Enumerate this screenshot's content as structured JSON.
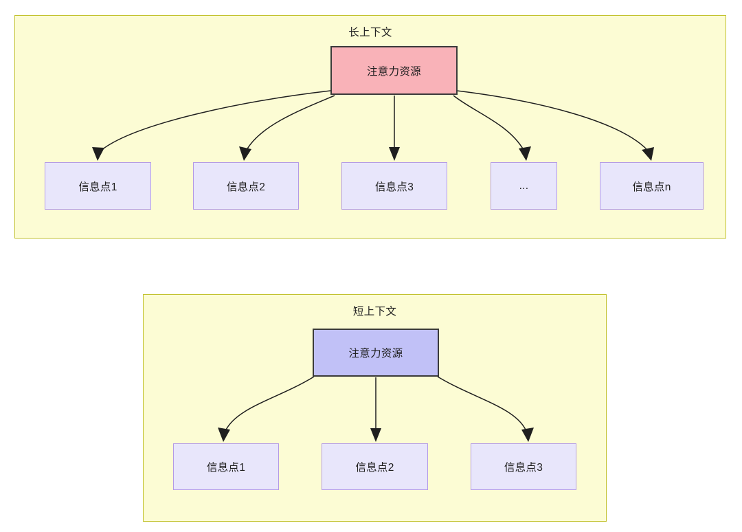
{
  "diagram": {
    "type": "tree-comparison",
    "background_color": "#ffffff",
    "panels": [
      {
        "id": "long-context",
        "title": "长上下文",
        "fill_color": "#fcfcd4",
        "border_color": "#c2c22e",
        "root": {
          "label": "注意力资源",
          "fill_color": "#f9b2b8",
          "border_color": "#3a3a3a"
        },
        "children": [
          {
            "label": "信息点1"
          },
          {
            "label": "信息点2"
          },
          {
            "label": "信息点3"
          },
          {
            "label": "..."
          },
          {
            "label": "信息点n"
          }
        ],
        "child_fill_color": "#e8e6fb",
        "child_border_color": "#b39ae6"
      },
      {
        "id": "short-context",
        "title": "短上下文",
        "fill_color": "#fcfcd4",
        "border_color": "#c2c22e",
        "root": {
          "label": "注意力资源",
          "fill_color": "#c1c1f7",
          "border_color": "#3a3a3a"
        },
        "children": [
          {
            "label": "信息点1"
          },
          {
            "label": "信息点2"
          },
          {
            "label": "信息点3"
          }
        ],
        "child_fill_color": "#e8e6fb",
        "child_border_color": "#b39ae6"
      }
    ],
    "edge_color": "#1f1f1f"
  }
}
